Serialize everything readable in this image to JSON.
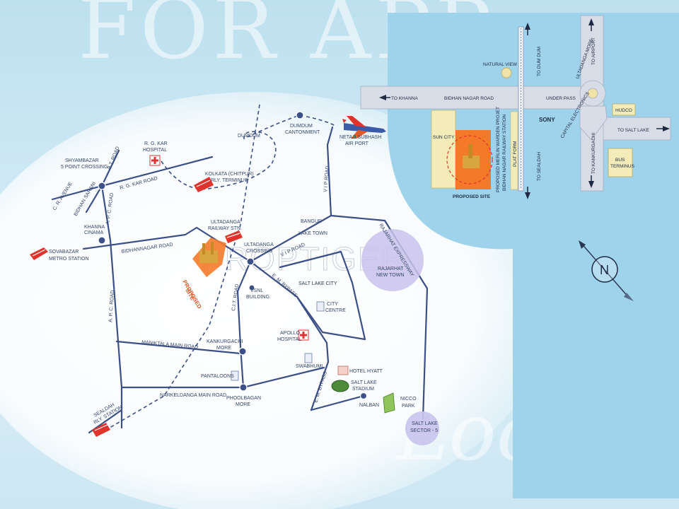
{
  "watermark": {
    "top_text": "FOR APP",
    "bottom_text": "Locatio",
    "brand": "PROPTIGER"
  },
  "colors": {
    "sky": "#bfe0ef",
    "inset_blue": "#9cd2ea",
    "road": "#3c4f86",
    "accent_orange": "#f47a2a",
    "circle_purple": "#c8c4ec"
  },
  "icons": [
    "train-icon",
    "airplane-icon",
    "hospital-icon",
    "building-icon",
    "compass-icon",
    "park-icon",
    "stadium-icon",
    "proposed-site-icon"
  ],
  "map": {
    "shyambazar": "SHYAMBAZAR",
    "five_point": "5 POINT CROSSING",
    "bt_road": "B.T. ROAD",
    "rg_kar_1": "R. G. KAR",
    "rg_kar_2": "HOSPITAL",
    "rg_kar_road": "R. G. KAR ROAD",
    "cr_avenue": "C. R. AVENUE",
    "bidhan_sarani": "BIDHAN SARANI",
    "apc_road_1": "A. P. C. ROAD",
    "apc_road_2": "A. P. C. ROAD",
    "khanna_1": "KHANNA",
    "khanna_2": "CINAMA",
    "sovabazar_1": "SOVABAZAR",
    "sovabazar_2": "METRO STATION",
    "bidhannagar_road": "BIDHANNAGAR ROAD",
    "dumdum": "DUMDUM",
    "dumdum_cant_1": "DUMDUM",
    "dumdum_cant_2": "CANTONMENT",
    "kolkata_1": "KOLKATA (CHITPUR)",
    "kolkata_2": "RLY. TERMINUS",
    "netaji_1": "NETAJI SUBHASH",
    "netaji_2": "AIR PORT",
    "vip_road_1": "V I P ROAD",
    "vip_road_2": "V I P ROAD",
    "ultadanga_stn_1": "ULTADANGA",
    "ultadanga_stn_2": "RAILWAY STN.",
    "ultadanga_cross_1": "ULTADANGA",
    "ultadanga_cross_2": "CROSSING",
    "bangur": "BANGUR",
    "lake_town": "LAKE TOWN",
    "rajarhat_expressway": "RAJARHAT EXPRESSWAY",
    "rajarhat_1": "RAJARHAT",
    "rajarhat_2": "NEW TOWN",
    "proposed_1": "PROPOSED",
    "proposed_2": "SITE",
    "em_bypass_1": "E. M. BYPASS",
    "em_bypass_2": "E. M. BYPASS",
    "cit_road": "C.I.T. ROAD",
    "vsnl_1": "VSNL",
    "vsnl_2": "BUILDING",
    "salt_lake_city": "SALT LAKE CITY",
    "city_centre_1": "CITY",
    "city_centre_2": "CENTRE",
    "apollo_1": "APOLLO",
    "apollo_2": "HOSPITAL",
    "maniktala": "MANIKTALA MAIN ROAD",
    "kankurgachi_1": "KANKURGACHI",
    "kankurgachi_2": "MORE",
    "swabhumi": "SWABHUMI",
    "hotel_hyatt": "HOTEL HYATT",
    "pantaloons": "PANTALOONS",
    "narkeldanga": "NARKELDANGA MAIN ROAD",
    "phoolbagan_1": "PHOOLBAGAN",
    "phoolbagan_2": "MORE",
    "salt_lake_stadium_1": "SALT LAKE",
    "salt_lake_stadium_2": "STADIUM",
    "nalban": "NALBAN",
    "nicco_1": "NICCO",
    "nicco_2": "PARK",
    "sealdah_1": "SEALDAH",
    "sealdah_2": "RLY. STATION",
    "sector5_1": "SALT LAKE",
    "sector5_2": "SECTOR - 5"
  },
  "inset": {
    "to_khanna": "TO  KHANNA",
    "bidhan_nagar_road": "BIDHAN NAGAR ROAD",
    "under_pass": "UNDER PASS",
    "natural_view": "NATURAL VIEW",
    "to_dum_dum": "TO DUM DUM",
    "to_sealdah": "TO SEALDAH",
    "sun_city": "SUN CITY",
    "proposed_site": "PROPOSED SITE",
    "merlin": "PROPOSED MERLIN WARDEN PROJET",
    "bidhan_rly": "BIDHAN NAGAR RAILWAY STATION",
    "platform": "PLAT FORM",
    "sony": "SONY",
    "capital": "CAPITAL ELECTRONICS",
    "ultadanga_more": "ULTADANGA MORE",
    "to_airport": "TO AIRPORT",
    "hudco": "HUDCO",
    "to_salt_lake": "TO  SALT LAKE",
    "to_kankurgachi": "TO KANKURGACHI",
    "bus_1": "BUS",
    "bus_2": "TERMINUS"
  },
  "compass": {
    "letter": "N"
  }
}
